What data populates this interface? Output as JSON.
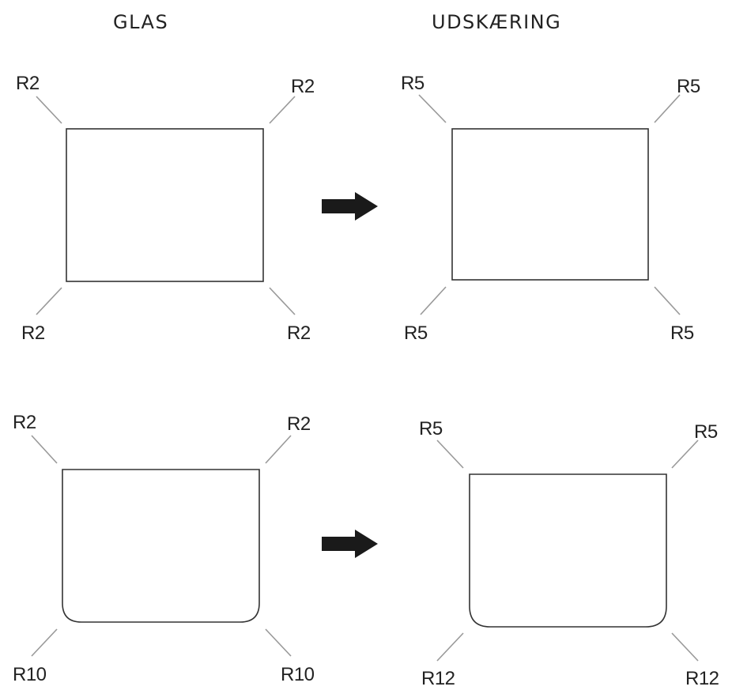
{
  "headings": {
    "glass": "GLAS",
    "cutout": "UDSKÆRING"
  },
  "rows": [
    {
      "glass": {
        "tl": "R2",
        "tr": "R2",
        "bl": "R2",
        "br": "R2"
      },
      "cutout": {
        "tl": "R5",
        "tr": "R5",
        "bl": "R5",
        "br": "R5"
      }
    },
    {
      "glass": {
        "tl": "R2",
        "tr": "R2",
        "bl": "R10",
        "br": "R10"
      },
      "cutout": {
        "tl": "R5",
        "tr": "R5",
        "bl": "R12",
        "br": "R12"
      }
    }
  ],
  "icons": {
    "arrow": "arrow-right-icon"
  },
  "colors": {
    "stroke": "#333333",
    "leader": "#999999",
    "arrow": "#1a1a1a",
    "text": "#222222"
  }
}
